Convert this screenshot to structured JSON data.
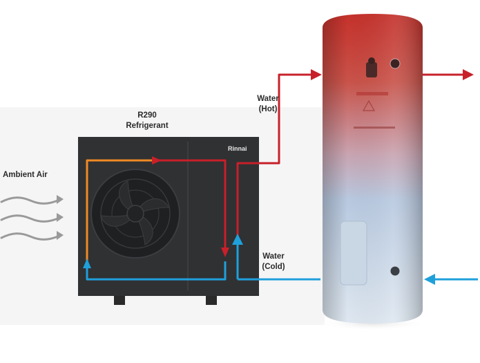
{
  "labels": {
    "refrigerant_line1": "R290",
    "refrigerant_line2": "Refrigerant",
    "ambient_air": "Ambient Air",
    "water_hot_line1": "Water",
    "water_hot_line2": "(Hot)",
    "water_cold_line1": "Water",
    "water_cold_line2": "(Cold)"
  },
  "unit": {
    "brand": "Rinnai"
  },
  "colors": {
    "hot_pipe": "#c8202a",
    "cold_pipe": "#1fa0db",
    "refrigerant_pipe": "#f08a24",
    "air_flow": "#9a9a9a",
    "unit_body": "#2f3032",
    "tank_top": "#c4302b",
    "tank_bottom": "#d9e6f2"
  }
}
